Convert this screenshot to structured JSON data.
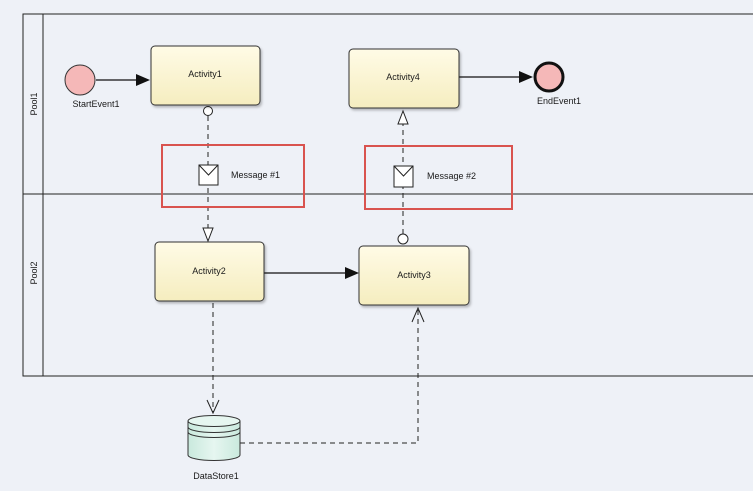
{
  "diagram": {
    "pools": [
      {
        "id": "pool1",
        "label": "Pool1"
      },
      {
        "id": "pool2",
        "label": "Pool2"
      }
    ],
    "events": {
      "start": {
        "label": "StartEvent1",
        "fill": "#f5b8b8"
      },
      "end": {
        "label": "EndEvent1",
        "fill": "#f5b8b8"
      }
    },
    "activities": [
      {
        "id": "activity1",
        "label": "Activity1"
      },
      {
        "id": "activity2",
        "label": "Activity2"
      },
      {
        "id": "activity3",
        "label": "Activity3"
      },
      {
        "id": "activity4",
        "label": "Activity4"
      }
    ],
    "messages": [
      {
        "id": "message1",
        "label": "Message #1"
      },
      {
        "id": "message2",
        "label": "Message #2"
      }
    ],
    "datastore": {
      "label": "DataStore1",
      "fill": "#d3eee6"
    },
    "colors": {
      "activity_fill": "#fbf6d6",
      "highlight": "#d9534f",
      "line": "#222222"
    }
  }
}
